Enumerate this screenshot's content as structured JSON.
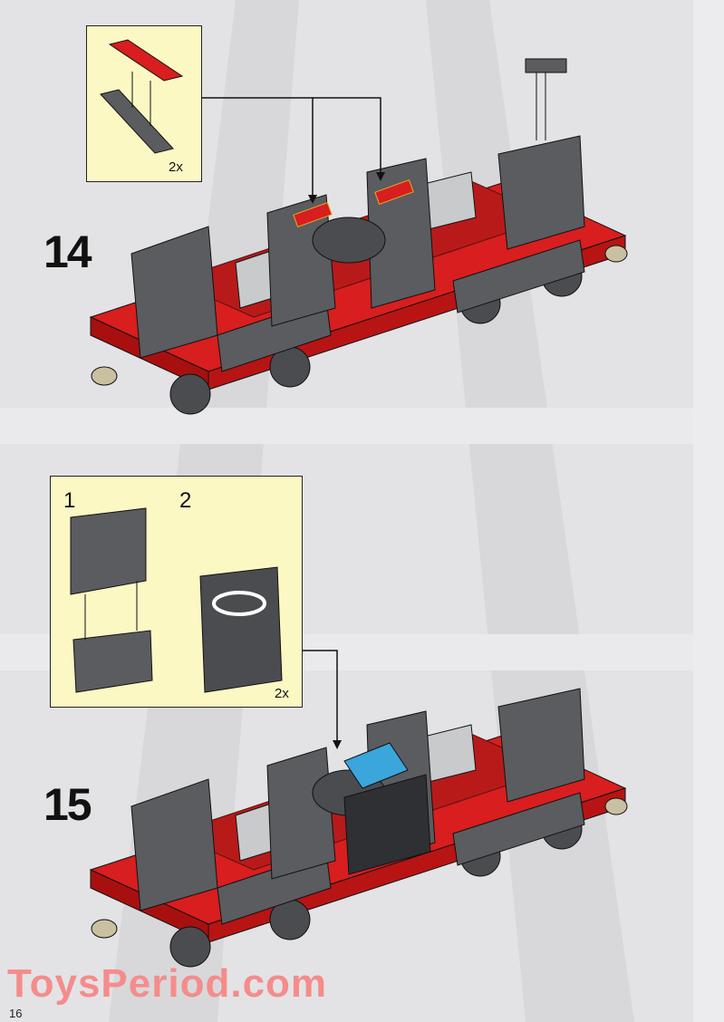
{
  "steps": [
    {
      "number": "14",
      "callout": {
        "quantity": "2x"
      }
    },
    {
      "number": "15",
      "callout": {
        "sub_steps": [
          "1",
          "2"
        ],
        "quantity": "2x"
      }
    }
  ],
  "colors": {
    "callout_bg": "#fbf8c4",
    "brick_red": "#d81e1e",
    "brick_gray": "#5a5c60",
    "light_gray": "#c8cacc",
    "blue": "#3aa6dc",
    "watermark": "#f58c8c"
  },
  "watermark": "ToysPeriod.com",
  "page_number": "16"
}
